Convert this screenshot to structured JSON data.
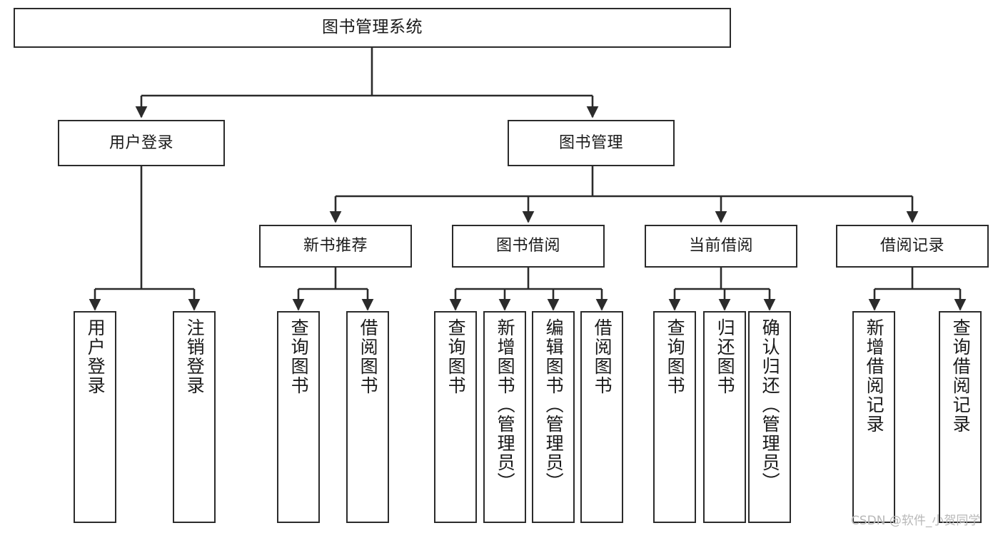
{
  "diagram": {
    "title": "图书管理系统",
    "type": "tree-hierarchy",
    "orientation": "top-down",
    "watermark": "CSDN @软件_小贺同学",
    "colors": {
      "box_border": "#2b2b2b",
      "box_fill": "#ffffff",
      "edge": "#2b2b2b",
      "text": "#1a1a1a",
      "watermark": "#b8b8b8",
      "background": "#ffffff"
    }
  },
  "nodes": {
    "root": {
      "label": "图书管理系统"
    },
    "level2": [
      {
        "label": "用户登录"
      },
      {
        "label": "图书管理"
      }
    ],
    "level3": [
      {
        "label": "新书推荐"
      },
      {
        "label": "图书借阅"
      },
      {
        "label": "当前借阅"
      },
      {
        "label": "借阅记录"
      }
    ],
    "leaves": {
      "user_login": [
        {
          "label": "用户登录"
        },
        {
          "label": "注销登录"
        }
      ],
      "new_book": [
        {
          "label": "查询图书"
        },
        {
          "label": "借阅图书"
        }
      ],
      "book_borrow": [
        {
          "label": "查询图书"
        },
        {
          "label": "新增图书（管理员）"
        },
        {
          "label": "编辑图书（管理员）"
        },
        {
          "label": "借阅图书"
        }
      ],
      "current_borrow": [
        {
          "label": "查询图书"
        },
        {
          "label": "归还图书"
        },
        {
          "label": "确认归还（管理员）"
        }
      ],
      "borrow_record": [
        {
          "label": "新增借阅记录"
        },
        {
          "label": "查询借阅记录"
        }
      ]
    }
  }
}
